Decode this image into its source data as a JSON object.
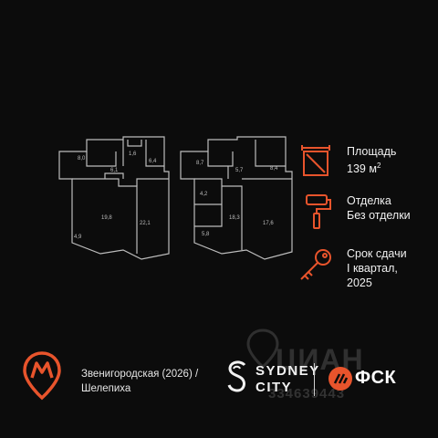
{
  "floor_plans": {
    "left": {
      "room_labels": [
        "8,0",
        "6,1",
        "6,4",
        "1,6",
        "19,8",
        "22,1",
        "4,9"
      ]
    },
    "right": {
      "room_labels": [
        "8,7",
        "5,7",
        "8,4",
        "4,2",
        "18,3",
        "17,6",
        "5,8"
      ]
    }
  },
  "info": {
    "area": {
      "label": "Площадь",
      "value": "139 м",
      "unit_sup": "2",
      "icon": "area-frame-icon"
    },
    "finish": {
      "label": "Отделка",
      "value": "Без отделки",
      "icon": "paint-roller-icon"
    },
    "delivery": {
      "label": "Срок сдачи",
      "value_line1": "I квартал,",
      "value_line2": "2025",
      "icon": "key-icon"
    }
  },
  "footer": {
    "metro": {
      "icon": "metro-icon",
      "station_line1": "Звенигородская (2026) /",
      "station_line2": "Шелепиха"
    },
    "brand_sydney": {
      "line1": "SYDNEY",
      "line2": "CITY"
    },
    "brand_fsk": {
      "label": "ФСК"
    }
  },
  "watermark": {
    "text": "ЦИАН",
    "id": "334639443"
  },
  "colors": {
    "background": "#0c0c0c",
    "accent": "#e8542c",
    "text": "#f0f0f0",
    "plan_lines": "#bdbdbd"
  }
}
